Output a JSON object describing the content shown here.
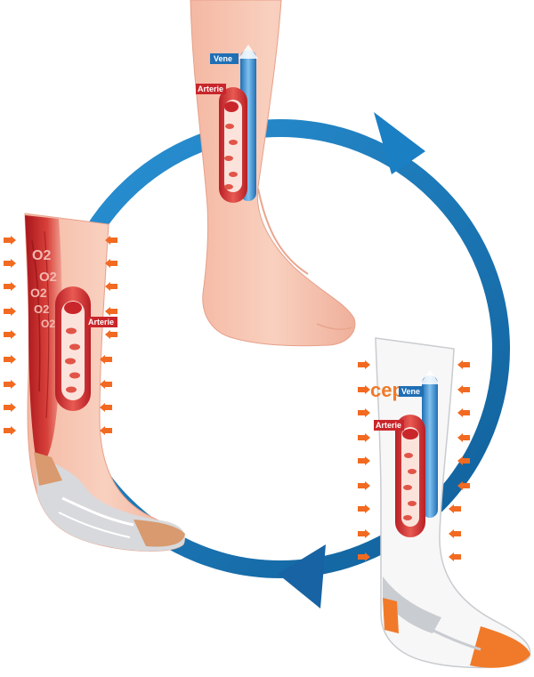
{
  "labels": {
    "vene": "Vene",
    "arterie": "Arterie",
    "o2": "O2",
    "brand": "cep"
  },
  "colors": {
    "cycle_arrow": "#1b7fc4",
    "cycle_arrow_dark": "#12659f",
    "skin": "#f6c1ad",
    "skin_shadow": "#e9a68f",
    "muscle": "#c9262b",
    "artery": "#d33a3a",
    "vein": "#3a8fd6",
    "compression_arrow": "#f26a21",
    "sock_white": "#f7f7f7",
    "sock_grey": "#c9ccd0",
    "sock_orange": "#f07a2a",
    "sock_tan": "#d89a6e"
  },
  "icons": {
    "cycle": "circular-arrow-icon",
    "pressure": "compression-arrow-icon",
    "vessel": "blood-vessel-icon"
  }
}
